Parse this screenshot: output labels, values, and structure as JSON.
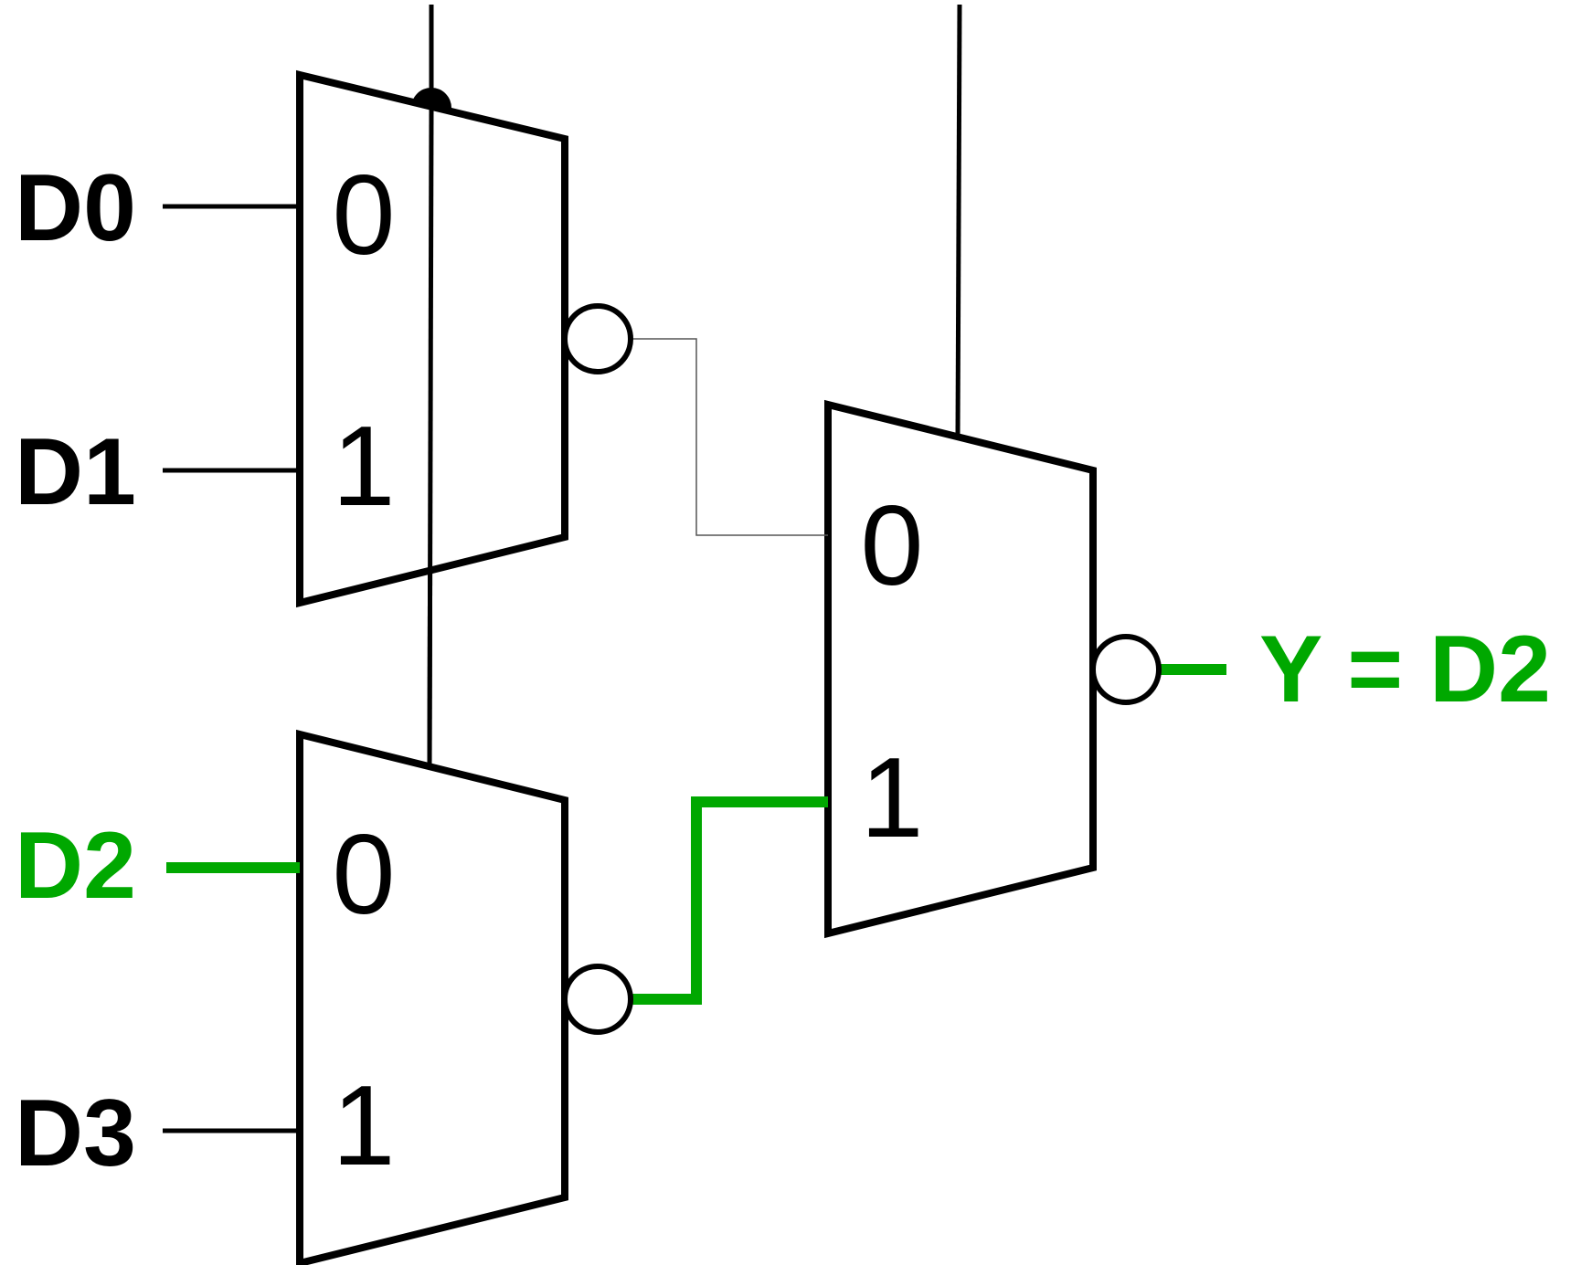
{
  "inputs": [
    {
      "label": "D0",
      "highlighted": false
    },
    {
      "label": "D1",
      "highlighted": false
    },
    {
      "label": "D2",
      "highlighted": true
    },
    {
      "label": "D3",
      "highlighted": false
    }
  ],
  "mux_ports": {
    "zero": "0",
    "one": "1"
  },
  "output": {
    "label": "Y = D2"
  },
  "colors": {
    "highlight": "#00a800",
    "normal": "#000000"
  }
}
